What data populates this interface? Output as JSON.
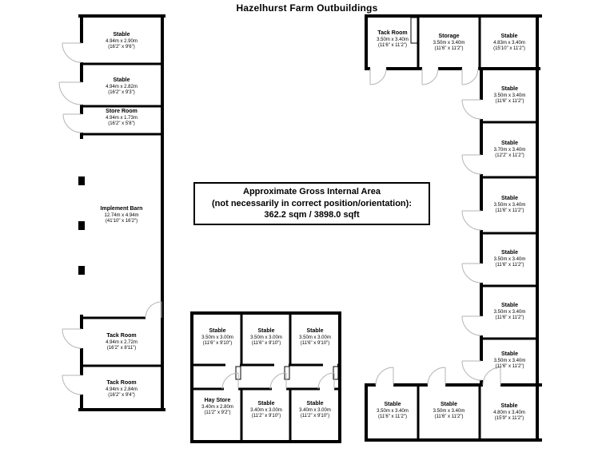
{
  "title": "Hazelhurst Farm Outbuildings",
  "info_box": {
    "line1": "Approximate Gross Internal Area",
    "line2": "(not necessarily in correct position/orientation):",
    "line3": "362.2 sqm / 3898.0 sqft"
  },
  "buildings": {
    "left": {
      "rooms": [
        {
          "name": "Stable",
          "metric": "4.94m x 2.90m",
          "imperial": "(16'2\" x 9'6\")"
        },
        {
          "name": "Stable",
          "metric": "4.94m x 2.82m",
          "imperial": "(16'2\" x 9'3\")"
        },
        {
          "name": "Store Room",
          "metric": "4.94m x 1.73m",
          "imperial": "(16'2\" x 5'8\")"
        },
        {
          "name": "Implement Barn",
          "metric": "12.74m x 4.94m",
          "imperial": "(41'10\" x 16'2\")"
        },
        {
          "name": "Tack Room",
          "metric": "4.94m x 2.72m",
          "imperial": "(16'2\" x 8'11\")"
        },
        {
          "name": "Tack Room",
          "metric": "4.94m x 2.84m",
          "imperial": "(16'2\" x 9'4\")"
        }
      ]
    },
    "top_right": {
      "rooms": [
        {
          "name": "Tack Room",
          "metric": "3.50m x 3.40m",
          "imperial": "(11'6\" x 11'2\")"
        },
        {
          "name": "Storage",
          "metric": "3.50m x 3.40m",
          "imperial": "(11'6\" x 11'2\")"
        },
        {
          "name": "Stable",
          "metric": "4.83m x 3.40m",
          "imperial": "(15'10\" x 11'2\")"
        }
      ]
    },
    "right_column": {
      "rooms": [
        {
          "name": "Stable",
          "metric": "3.50m x 3.40m",
          "imperial": "(11'6\" x 11'2\")"
        },
        {
          "name": "Stable",
          "metric": "3.70m x 3.40m",
          "imperial": "(12'2\" x 11'2\")"
        },
        {
          "name": "Stable",
          "metric": "3.50m x 3.40m",
          "imperial": "(11'6\" x 11'2\")"
        },
        {
          "name": "Stable",
          "metric": "3.50m x 3.40m",
          "imperial": "(11'6\" x 11'2\")"
        },
        {
          "name": "Stable",
          "metric": "3.50m x 3.40m",
          "imperial": "(11'6\" x 11'2\")"
        },
        {
          "name": "Stable",
          "metric": "3.50m x 3.40m",
          "imperial": "(11'6\" x 11'2\")"
        }
      ]
    },
    "bottom_right": {
      "rooms": [
        {
          "name": "Stable",
          "metric": "3.50m x 3.40m",
          "imperial": "(11'6\" x 11'2\")"
        },
        {
          "name": "Stable",
          "metric": "3.50m x 3.40m",
          "imperial": "(11'6\" x 11'2\")"
        },
        {
          "name": "Stable",
          "metric": "4.80m x 3.40m",
          "imperial": "(15'9\" x 11'2\")"
        }
      ]
    },
    "bottom_middle": {
      "rooms": [
        {
          "name": "Stable",
          "metric": "3.50m x 3.00m",
          "imperial": "(11'6\" x 9'10\")"
        },
        {
          "name": "Stable",
          "metric": "3.50m x 3.00m",
          "imperial": "(11'6\" x 9'10\")"
        },
        {
          "name": "Stable",
          "metric": "3.50m x 3.00m",
          "imperial": "(11'6\" x 9'10\")"
        },
        {
          "name": "Hay Store",
          "metric": "3.40m x 2.80m",
          "imperial": "(11'2\" x 9'2\")"
        },
        {
          "name": "Stable",
          "metric": "3.40m x 3.00m",
          "imperial": "(11'2\" x 9'10\")"
        },
        {
          "name": "Stable",
          "metric": "3.40m x 3.00m",
          "imperial": "(11'2\" x 9'10\")"
        }
      ]
    }
  },
  "colors": {
    "wall": "#000000",
    "door_arc": "#b5b5b5",
    "background": "#ffffff",
    "text": "#000000"
  }
}
